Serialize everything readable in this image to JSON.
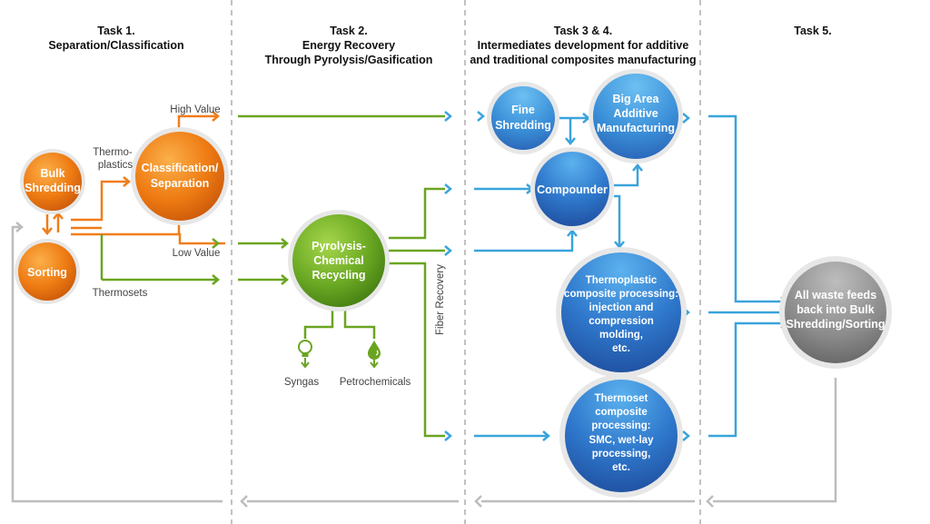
{
  "tasks": {
    "t1": {
      "title1": "Task 1.",
      "title2": "Separation/Classification"
    },
    "t2": {
      "title1": "Task 2.",
      "title2": "Energy Recovery",
      "title3": "Through Pyrolysis/Gasification"
    },
    "t34": {
      "title1": "Task 3 & 4.",
      "title2": "Intermediates development for additive",
      "title3": "and traditional composites manufacturing"
    },
    "t5": {
      "title1": "Task 5."
    }
  },
  "nodes": {
    "bulk_shredding": {
      "l1": "Bulk",
      "l2": "Shredding"
    },
    "sorting": {
      "l1": "Sorting"
    },
    "classification": {
      "l1": "Classification/",
      "l2": "Separation"
    },
    "pyrolysis": {
      "l1": "Pyrolysis-",
      "l2": "Chemical",
      "l3": "Recycling"
    },
    "fine_shredding": {
      "l1": "Fine",
      "l2": "Shredding"
    },
    "big_area": {
      "l1": "Big Area",
      "l2": "Additive",
      "l3": "Manufacturing"
    },
    "compounder": {
      "l1": "Compounder"
    },
    "thermoplastic": {
      "l1": "Thermoplastic",
      "l2": "composite processing:",
      "l3": "injection and",
      "l4": "compression",
      "l5": "molding,",
      "l6": "etc."
    },
    "thermoset": {
      "l1": "Thermoset",
      "l2": "composite",
      "l3": "processing:",
      "l4": "SMC, wet-lay",
      "l5": "processing,",
      "l6": "etc."
    },
    "waste": {
      "l1": "All waste feeds",
      "l2": "back into Bulk",
      "l3": "Shredding/Sorting"
    }
  },
  "labels": {
    "high_value": "High Value",
    "low_value": "Low Value",
    "thermo1": "Thermo-",
    "thermo2": "plastics",
    "thermosets": "Thermosets",
    "fiber_recovery": "Fiber Recovery",
    "syngas": "Syngas",
    "petrochemicals": "Petrochemicals"
  },
  "icons": {
    "syngas": "lightbulb-icon",
    "petrochemicals": "oil-drop-icon"
  },
  "colors": {
    "orange": "#f07d1a",
    "green": "#6aa521",
    "blue": "#3aa4dc",
    "gray": "#bdbdbd",
    "divider": "#999999"
  }
}
